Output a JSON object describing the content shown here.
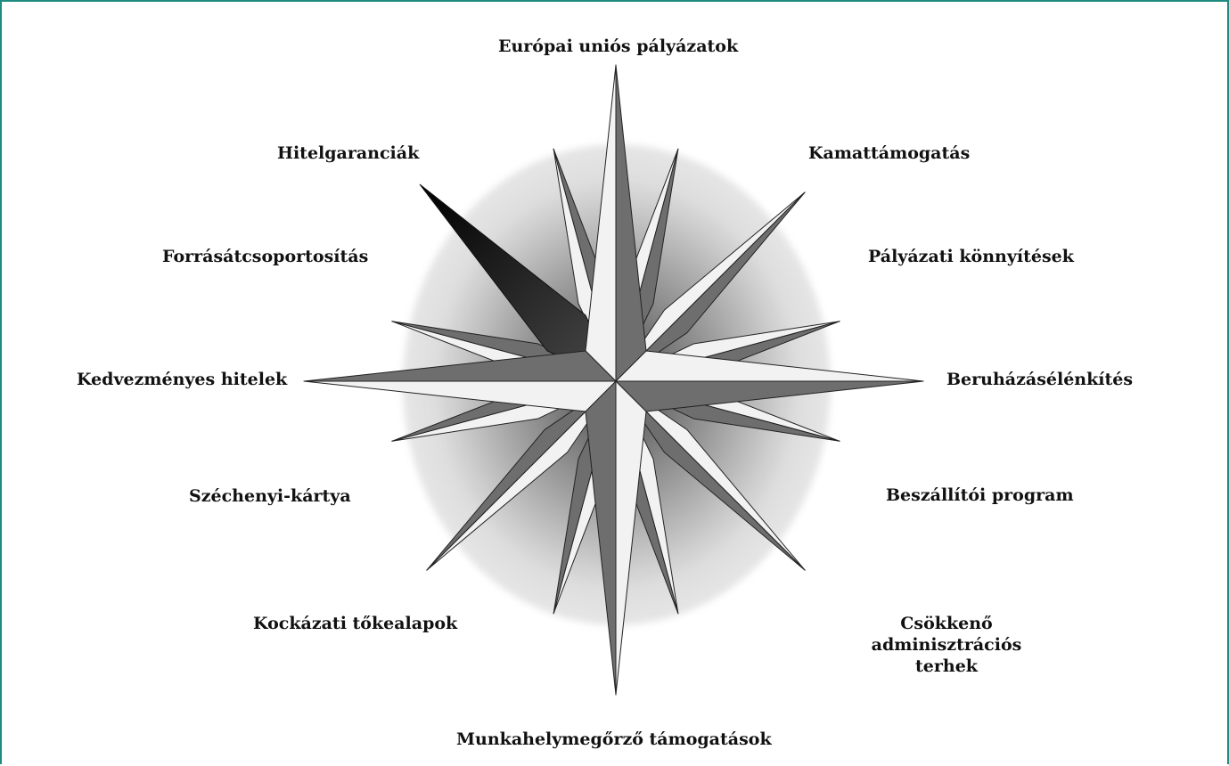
{
  "labels": {
    "n": "Európai uniós pályázatok",
    "nne": "Kamattámogatás",
    "ne": "Pályázati könnyítések",
    "e": "Beruházásélénkítés",
    "se": "Beszállítói program",
    "sse": "Csökkenő adminisztrációs terhek",
    "s": "Munkahelymegőrző támogatások",
    "ssw": "Kockázati tőkealapok",
    "sw": "Széchenyi-kártya",
    "w": "Kedvezményes hitelek",
    "nw": "Forrásátcsoportosítás",
    "nnw": "Hitelgaranciák"
  },
  "colors": {
    "frame": "#1f8a80",
    "light_facet": "#f2f2f2",
    "dark_facet": "#6e6e6e",
    "highlight_point": "#000000"
  }
}
